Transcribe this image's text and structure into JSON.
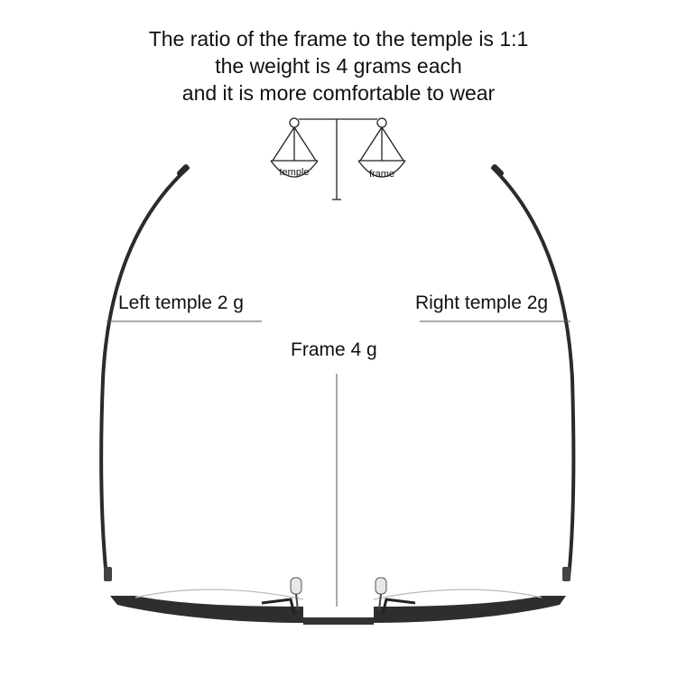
{
  "headline": {
    "line1": "The ratio of the frame to the temple is 1:1",
    "line2": "the weight is 4 grams each",
    "line3": "and it is more comfortable to wear"
  },
  "scale": {
    "left_pan_label": "temple",
    "right_pan_label": "frame"
  },
  "labels": {
    "left_temple": "Left temple 2 g",
    "right_temple": "Right temple 2g",
    "frame": "Frame 4 g"
  },
  "colors": {
    "frame_metal": "#2b2b2b",
    "line": "#555555",
    "background": "#ffffff"
  }
}
